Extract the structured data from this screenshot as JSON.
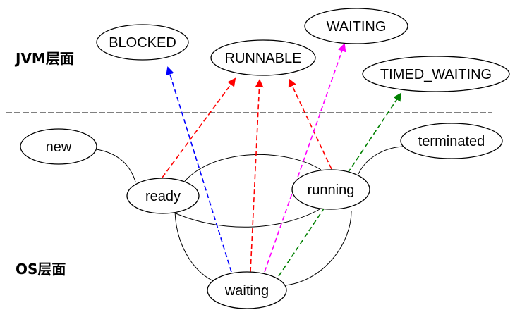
{
  "layers": {
    "jvm_label": "JVM层面",
    "os_label": "OS层面"
  },
  "jvm_states": {
    "blocked": "BLOCKED",
    "runnable": "RUNNABLE",
    "waiting": "WAITING",
    "timed_waiting": "TIMED_WAITING"
  },
  "os_states": {
    "new": "new",
    "ready": "ready",
    "running": "running",
    "terminated": "terminated",
    "waiting": "waiting"
  },
  "mappings": [
    {
      "from": "waiting",
      "to": "BLOCKED",
      "color": "#0000ff"
    },
    {
      "from": "ready",
      "to": "RUNNABLE",
      "color": "#ff0000"
    },
    {
      "from": "waiting",
      "to": "RUNNABLE",
      "color": "#ff0000"
    },
    {
      "from": "running",
      "to": "RUNNABLE",
      "color": "#ff0000"
    },
    {
      "from": "waiting",
      "to": "WAITING",
      "color": "#ff00ff"
    },
    {
      "from": "waiting",
      "to": "TIMED_WAITING",
      "color": "#008000"
    }
  ]
}
